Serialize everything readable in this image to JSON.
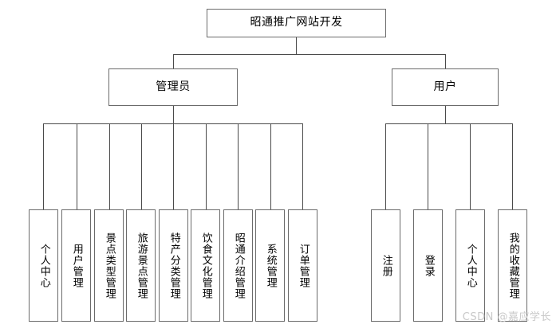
{
  "diagram": {
    "type": "tree",
    "orientation": "top-down",
    "root": {
      "id": "root",
      "label": "昭通推广网站开发",
      "text_direction": "horizontal"
    },
    "branches": [
      {
        "id": "admin",
        "label": "管理员",
        "text_direction": "horizontal",
        "children": [
          {
            "id": "admin-personal-center",
            "label": "个人中心",
            "text_direction": "vertical"
          },
          {
            "id": "admin-user-manage",
            "label": "用户管理",
            "text_direction": "vertical"
          },
          {
            "id": "admin-scenic-type-manage",
            "label": "景点类型管理",
            "text_direction": "vertical"
          },
          {
            "id": "admin-tour-scenic-manage",
            "label": "旅游景点管理",
            "text_direction": "vertical"
          },
          {
            "id": "admin-specialty-category-manage",
            "label": "特产分类管理",
            "text_direction": "vertical"
          },
          {
            "id": "admin-food-culture-manage",
            "label": "饮食文化管理",
            "text_direction": "vertical"
          },
          {
            "id": "admin-zhaotong-intro-manage",
            "label": "昭通介绍管理",
            "text_direction": "vertical"
          },
          {
            "id": "admin-system-manage",
            "label": "系统管理",
            "text_direction": "vertical"
          },
          {
            "id": "admin-order-manage",
            "label": "订单管理",
            "text_direction": "vertical"
          }
        ]
      },
      {
        "id": "user",
        "label": "用户",
        "text_direction": "horizontal",
        "children": [
          {
            "id": "user-register",
            "label": "注册",
            "text_direction": "vertical"
          },
          {
            "id": "user-login",
            "label": "登录",
            "text_direction": "vertical"
          },
          {
            "id": "user-personal-center",
            "label": "个人中心",
            "text_direction": "vertical"
          },
          {
            "id": "user-my-favorites-manage",
            "label": "我的收藏管理",
            "text_direction": "vertical"
          }
        ]
      }
    ]
  },
  "watermark": {
    "text": "CSDN @嘉应学长"
  },
  "colors": {
    "background": "#ffffff",
    "node_border": "#6b6b6b",
    "connector": "#4a4a4a",
    "text": "#000000",
    "watermark": "#c9c9c9"
  }
}
